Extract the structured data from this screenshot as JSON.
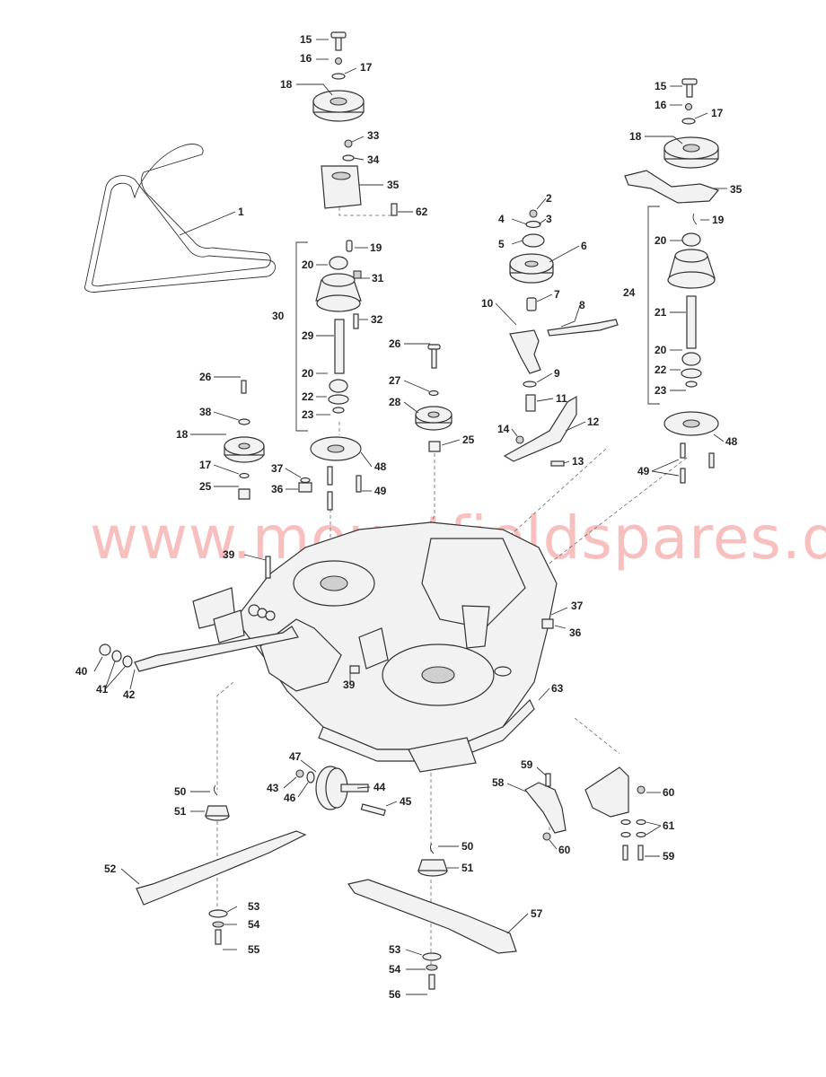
{
  "watermark": "www.mountfieldspares.direct",
  "callouts": [
    "15",
    "16",
    "17",
    "18",
    "33",
    "34",
    "35",
    "62",
    "1",
    "19",
    "20",
    "31",
    "30",
    "32",
    "29",
    "20",
    "22",
    "23",
    "26",
    "38",
    "18",
    "17",
    "25",
    "37",
    "36",
    "49",
    "48",
    "26",
    "27",
    "28",
    "25",
    "2",
    "4",
    "3",
    "5",
    "6",
    "7",
    "10",
    "8",
    "9",
    "11",
    "14",
    "12",
    "13",
    "15",
    "16",
    "17",
    "18",
    "35",
    "19",
    "20",
    "24",
    "21",
    "20",
    "22",
    "23",
    "48",
    "49",
    "39",
    "39",
    "37",
    "36",
    "40",
    "41",
    "42",
    "63",
    "47",
    "43",
    "46",
    "44",
    "45",
    "50",
    "51",
    "52",
    "53",
    "54",
    "55",
    "50",
    "51",
    "57",
    "53",
    "54",
    "56",
    "59",
    "58",
    "60",
    "60",
    "61",
    "59"
  ]
}
